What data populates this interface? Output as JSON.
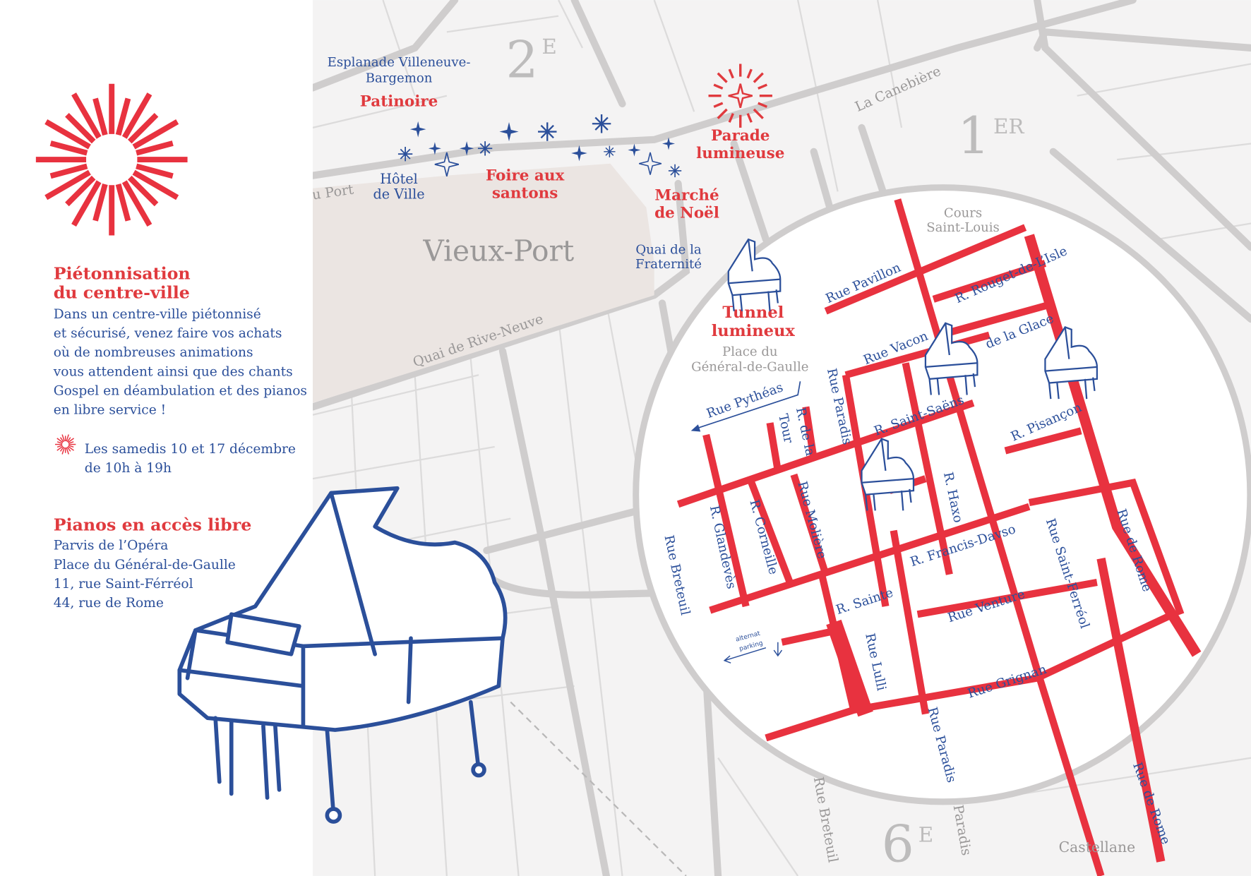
{
  "sidebar": {
    "pedestrian_title_1": "Piétonnisation",
    "pedestrian_title_2": "du centre-ville",
    "body": [
      "Dans un centre-ville piétonnisé",
      "et sécurisé, venez faire vos achats",
      "où de nombreuses animations",
      "vous attendent ainsi que des chants",
      "Gospel en déambulation et des pianos",
      "en libre service !"
    ],
    "date_1": "Les samedis 10 et 17 décembre",
    "date_2": "de 10h à 19h",
    "pianos_title": "Pianos en accès libre",
    "pianos_locations": [
      "Parvis de l’Opéra",
      "Place du Général-de-Gaulle",
      "11, rue Saint-Férréol",
      "44, rue de Rome"
    ]
  },
  "map": {
    "districts": {
      "d2": "2",
      "d2_sup": "E",
      "d1": "1",
      "d1_sup": "ER",
      "d6": "6",
      "d6_sup": "E"
    },
    "places": {
      "esplanade_1": "Esplanade Villeneuve-",
      "esplanade_2": "Bargemon",
      "patinoire": "Patinoire",
      "hotel_1": "Hôtel",
      "hotel_2": "de Ville",
      "foire_1": "Foire aux",
      "foire_2": "santons",
      "marche_1": "Marché",
      "marche_2": "de Noël",
      "parade_1": "Parade",
      "parade_2": "lumineuse",
      "vieux_port": "Vieux-Port",
      "quai_port": "u Port",
      "quai_frat_1": "Quai de la",
      "quai_frat_2": "Fraternité",
      "quai_rive": "Quai de Rive-Neuve",
      "canebiere": "La Canebière",
      "tunnel_1": "Tunnel",
      "tunnel_2": "lumineux",
      "place_gdg_1": "Place du",
      "place_gdg_2": "Général-de-Gaulle",
      "cours_1": "Cours",
      "cours_2": "Saint-Louis",
      "castellane": "Castellane",
      "alt_parking_1": "alternat",
      "alt_parking_2": "parking"
    },
    "streets": {
      "pavillon": "Rue Pavillon",
      "rouget": "R. Rouget-de-L’Isle",
      "vacon": "Rue Vacon",
      "glace": "de la Glace",
      "pytheas": "Rue Pythéas",
      "paradis_n": "Rue Paradis",
      "tour_1": "R. de la",
      "tour_2": "Tour",
      "saint_saens": "R. Saint-Saëns",
      "pisancon": "R. Pisançon",
      "haxo": "R. Haxo",
      "glandeves": "R. Glandevès",
      "corneille": "R. Corneille",
      "moliere": "Rue Molière",
      "breteuil": "Rue Breteuil",
      "francis": "R. Francis-Davso",
      "sainte": "R. Sainte",
      "venture": "Rue Venture",
      "ferreol": "Rue Saint-Ferréol",
      "rome_n": "Rue de Rome",
      "lulli": "Rue Lulli",
      "grignan": "Rue Grignan",
      "paradis_s": "Rue Paradis",
      "rome_s": "Rue de Rome",
      "breteuil_s": "Rue Breteuil",
      "paradis_s2": "Paradis"
    }
  },
  "colors": {
    "red": "#e03a3e",
    "blue": "#2b4f9a",
    "gray": "#9a9898",
    "map_bg": "#f4f3f3",
    "port": "#ebe5e2"
  }
}
